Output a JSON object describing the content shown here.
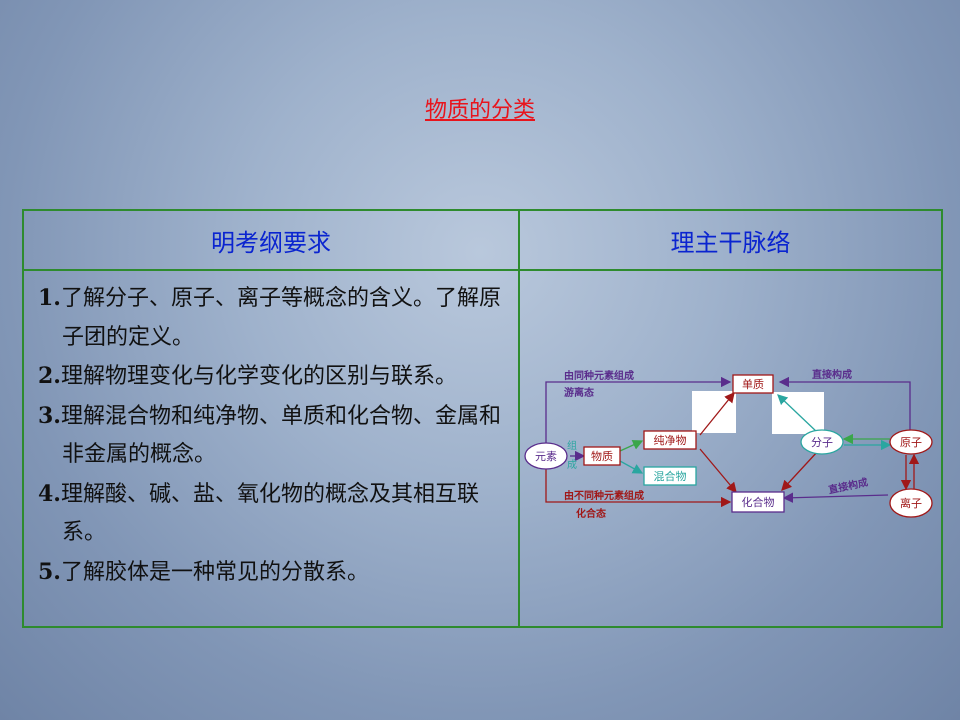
{
  "title": "物质的分类",
  "table": {
    "left_header": "明考纲要求",
    "right_header": "理主干脉络",
    "requirements": [
      {
        "num": "1.",
        "text": "了解分子、原子、离子等概念的含义。了解原子团的定义。"
      },
      {
        "num": "2.",
        "text": "理解物理变化与化学变化的区别与联系。"
      },
      {
        "num": "3.",
        "text": "理解混合物和纯净物、单质和化合物、金属和非金属的概念。"
      },
      {
        "num": "4.",
        "text": "理解酸、碱、盐、氧化物的概念及其相互联系。"
      },
      {
        "num": "5.",
        "text": "了解胶体是一种常见的分散系。"
      }
    ]
  },
  "diagram": {
    "nodes": {
      "element": "元素",
      "substance": "物质",
      "pure": "纯净物",
      "mixture": "混合物",
      "simple": "单质",
      "compound": "化合物",
      "molecule": "分子",
      "atom": "原子",
      "ion": "离子"
    },
    "labels": {
      "same_elements": "由同种元素组成",
      "free_state": "游离态",
      "diff_elements": "由不同种元素组成",
      "combined_state": "化合态",
      "compose_1": "组",
      "compose_2": "成",
      "direct_top": "直接构成",
      "direct_mid": "直接构成"
    },
    "colors": {
      "purple": "#5a2d8c",
      "red": "#a01818",
      "teal": "#2aa6a0",
      "green": "#3aa64a"
    }
  }
}
